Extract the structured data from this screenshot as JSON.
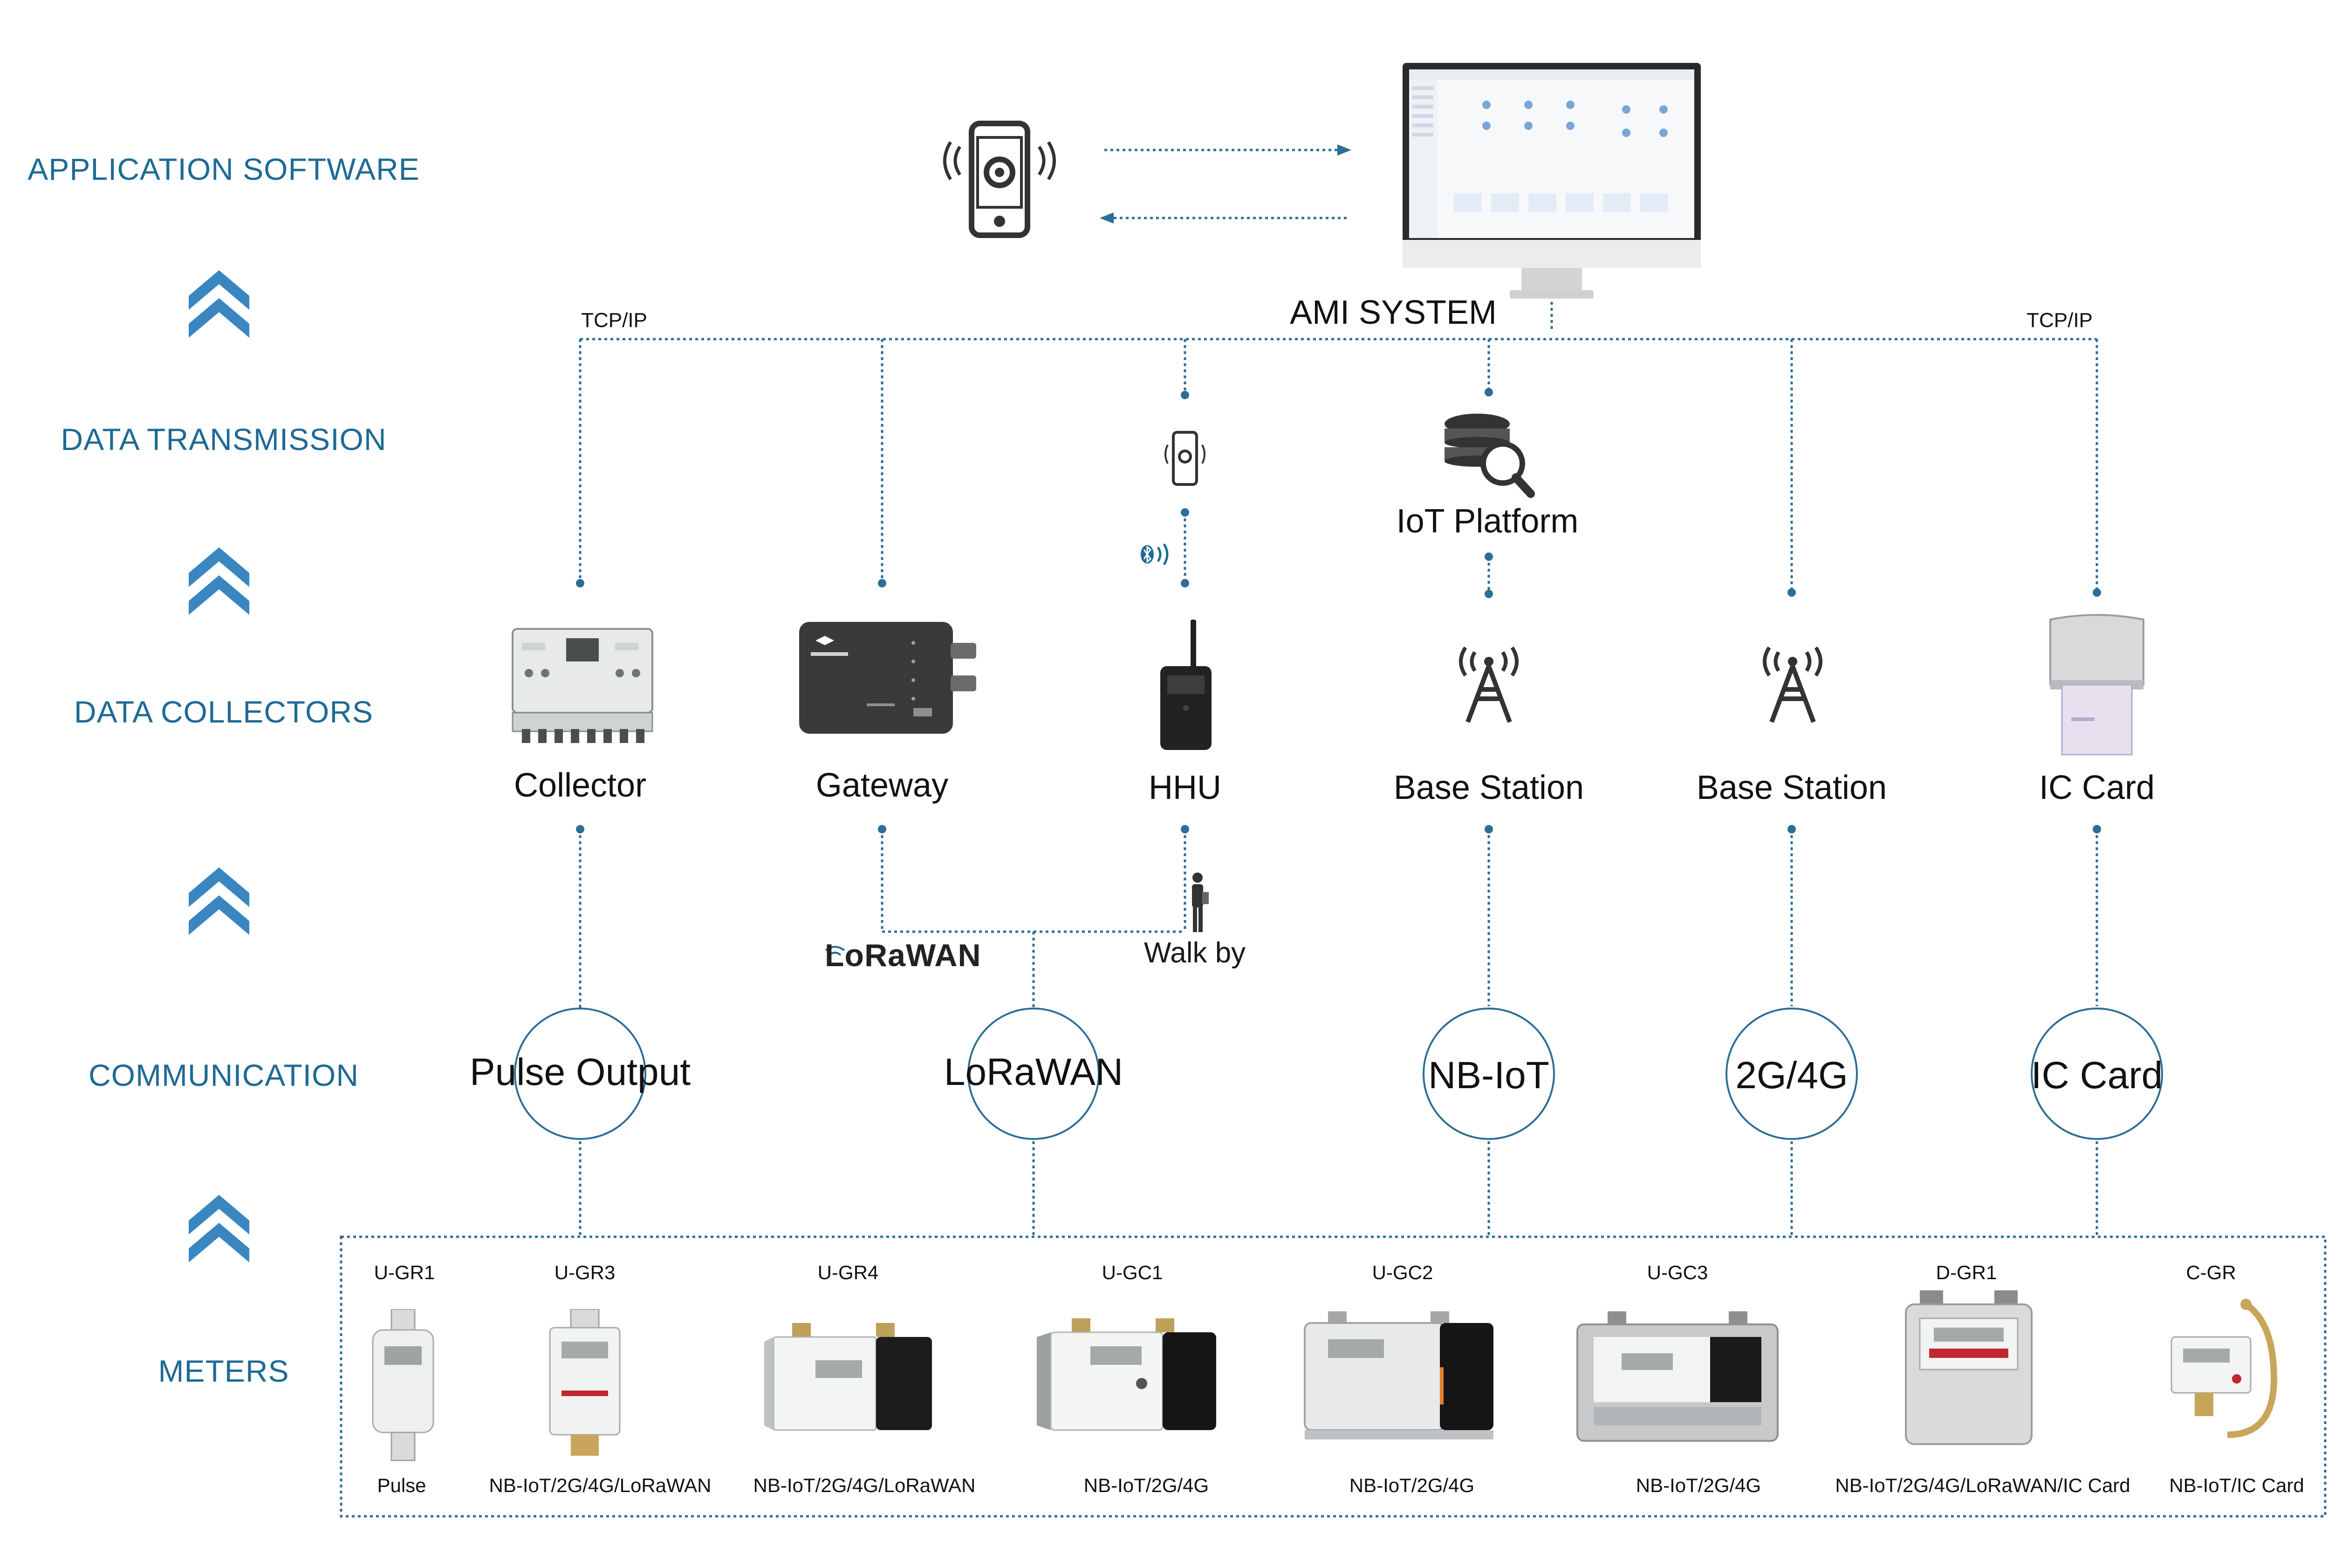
{
  "layers": {
    "application": "APPLICATION SOFTWARE",
    "transmission": "DATA TRANSMISSION",
    "collectors": "DATA COLLECTORS",
    "communication": "COMMUNICATION",
    "meters": "METERS"
  },
  "top": {
    "ami_system": "AMI SYSTEM",
    "tcp_left": "TCP/IP",
    "tcp_right": "TCP/IP"
  },
  "iot_platform": "IoT Platform",
  "collectors": [
    {
      "label": "Collector"
    },
    {
      "label": "Gateway"
    },
    {
      "label": "HHU"
    },
    {
      "label": "Base Station"
    },
    {
      "label": "Base Station"
    },
    {
      "label": "IC Card"
    }
  ],
  "walk_by": "Walk by",
  "lorawan_logo": "LoRaWAN",
  "communication": [
    "Pulse Output",
    "LoRaWAN",
    "NB-IoT",
    "2G/4G",
    "IC Card"
  ],
  "meters": [
    {
      "model": "U-GR1",
      "comm": "Pulse"
    },
    {
      "model": "U-GR3",
      "comm": "NB-IoT/2G/4G/LoRaWAN"
    },
    {
      "model": "U-GR4",
      "comm": "NB-IoT/2G/4G/LoRaWAN"
    },
    {
      "model": "U-GC1",
      "comm": "NB-IoT/2G/4G"
    },
    {
      "model": "U-GC2",
      "comm": "NB-IoT/2G/4G"
    },
    {
      "model": "U-GC3",
      "comm": "NB-IoT/2G/4G"
    },
    {
      "model": "D-GR1",
      "comm": "NB-IoT/2G/4G/LoRaWAN/IC Card"
    },
    {
      "model": "C-GR",
      "comm": "NB-IoT/IC Card"
    }
  ],
  "colors": {
    "accent": "#1e6a95",
    "line": "#2c6e96",
    "chevron": "#3a86c1",
    "device_dark": "#2d2d2d"
  }
}
